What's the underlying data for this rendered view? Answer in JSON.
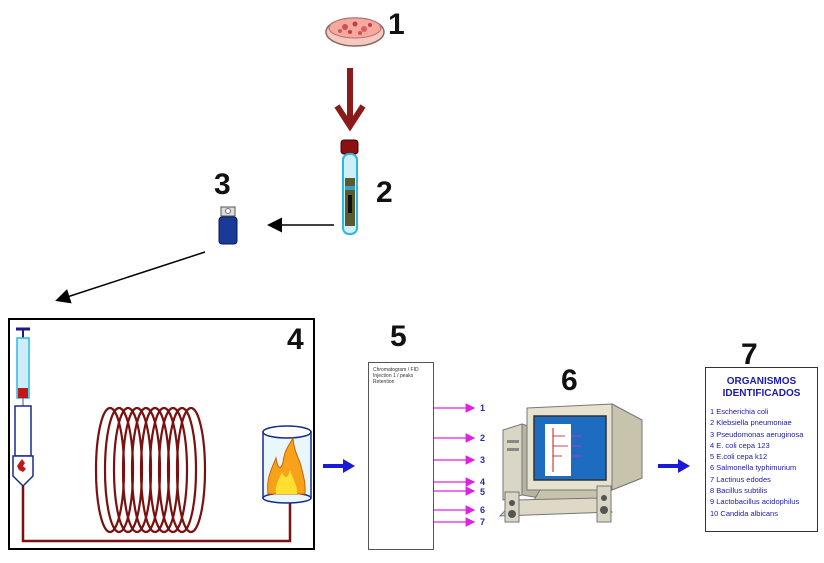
{
  "steps": {
    "s1": "1",
    "s2": "2",
    "s3": "3",
    "s4": "4",
    "s5": "5",
    "s6": "6",
    "s7": "7"
  },
  "chromatogram": {
    "header_lines": [
      "Chromatogram / FID",
      "Injection 1 / peaks",
      "Retention"
    ],
    "peak_labels": [
      "1",
      "2",
      "3",
      "4",
      "5",
      "6",
      "7"
    ]
  },
  "results": {
    "title_line1": "ORGANISMOS",
    "title_line2": "IDENTIFICADOS",
    "items": [
      "1  Escherichia coli",
      "2  Klebsiella pneumoniae",
      "3 Pseudomonas aeruginosa",
      "4 E. coli cepa 123",
      "5 E.coli cepa k12",
      "6 Salmonella typhimurium",
      "7 Lactinus edodes",
      "8 Bacillus subtilis",
      "9 Lactobacillus acidophilus",
      "10 Candida albicans"
    ]
  },
  "colors": {
    "arrow_red": "#8b1a1a",
    "coil": "#7a1010",
    "arrow_blue": "#1a1ad8",
    "magenta": "#e020e0",
    "text_blue": "#1a1aa8"
  }
}
